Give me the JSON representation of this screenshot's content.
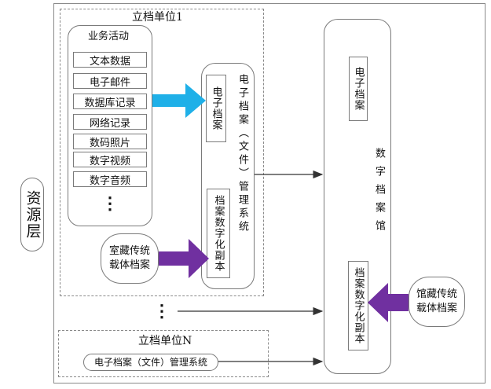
{
  "resource_layer": "资源层",
  "unit1": {
    "title": "立档单位1",
    "business": {
      "title": "业务活动",
      "items": [
        "文本数据",
        "电子邮件",
        "数据库记录",
        "网络记录",
        "数码照片",
        "数字视频",
        "数字音频"
      ],
      "more": "⋮"
    },
    "system": {
      "title": "电子档案（文件）管理系统",
      "e_archive": "电子档案",
      "digitized_copy": "档案数字化副本"
    },
    "traditional": "室藏传统载体档案"
  },
  "middle_ellipsis": "⋮",
  "unitN": {
    "title": "立档单位N",
    "system": "电子档案（文件）管理系统"
  },
  "archive_hall": {
    "title": "数字档案馆",
    "e_archive": "电子档案",
    "digitized_copy": "档案数字化副本"
  },
  "hall_traditional": "馆藏传统载体档案",
  "colors": {
    "cyan_arrow": "#1fb0e8",
    "purple_arrow": "#7030a0",
    "line": "#333333"
  }
}
